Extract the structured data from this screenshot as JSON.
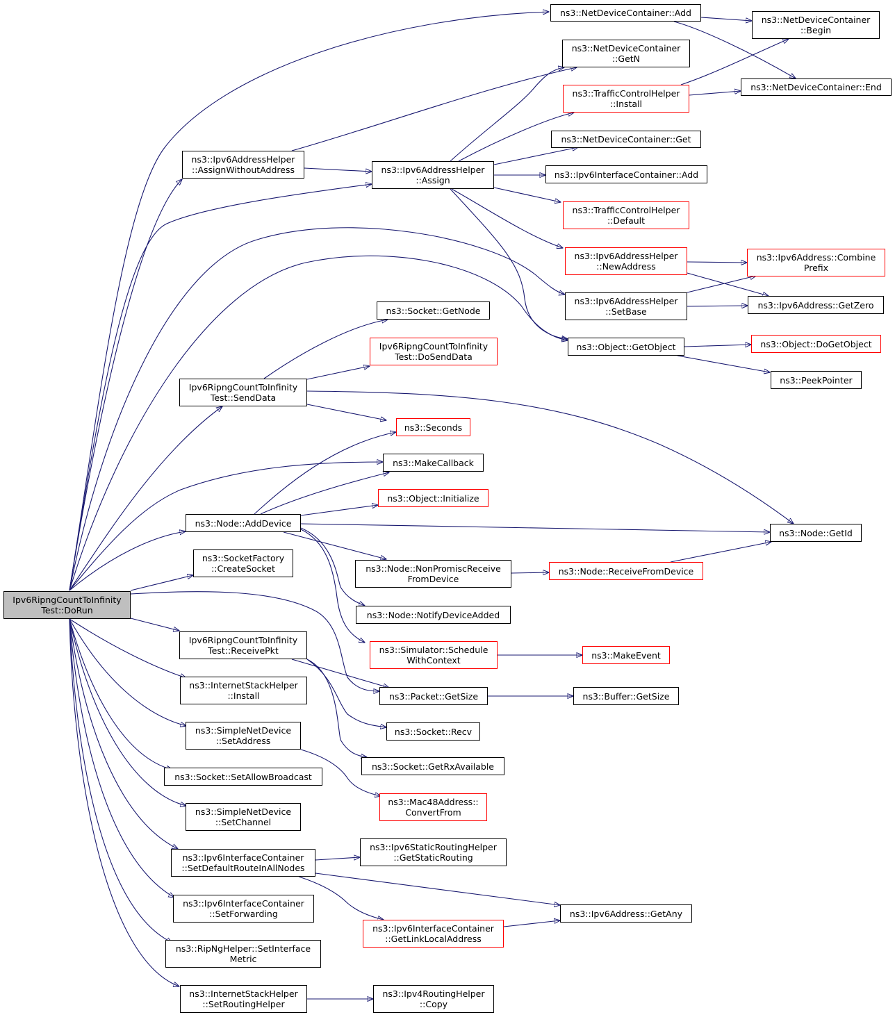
{
  "colors": {
    "edge": "#191970",
    "normal_border": "#000000",
    "truncated_border": "#ff0000",
    "root_fill": "#bfbfbf"
  },
  "nodes": {
    "root": {
      "lines": [
        "Ipv6RipngCountToInfinity",
        "Test::DoRun"
      ]
    },
    "ndc_add": {
      "lines": [
        "ns3::NetDeviceContainer::Add"
      ]
    },
    "ndc_begin": {
      "lines": [
        "ns3::NetDeviceContainer",
        "::Begin"
      ]
    },
    "ndc_getn": {
      "lines": [
        "ns3::NetDeviceContainer",
        "::GetN"
      ]
    },
    "tch_install": {
      "lines": [
        "ns3::TrafficControlHelper",
        "::Install"
      ]
    },
    "ndc_end": {
      "lines": [
        "ns3::NetDeviceContainer::End"
      ]
    },
    "ndc_get": {
      "lines": [
        "ns3::NetDeviceContainer::Get"
      ]
    },
    "ah_assignwo": {
      "lines": [
        "ns3::Ipv6AddressHelper",
        "::AssignWithoutAddress"
      ]
    },
    "ah_assign": {
      "lines": [
        "ns3::Ipv6AddressHelper",
        "::Assign"
      ]
    },
    "ic_add": {
      "lines": [
        "ns3::Ipv6InterfaceContainer::Add"
      ]
    },
    "tch_default": {
      "lines": [
        "ns3::TrafficControlHelper",
        "::Default"
      ]
    },
    "ah_newaddress": {
      "lines": [
        "ns3::Ipv6AddressHelper",
        "::NewAddress"
      ]
    },
    "addr_combine": {
      "lines": [
        "ns3::Ipv6Address::Combine",
        "Prefix"
      ]
    },
    "ah_setbase": {
      "lines": [
        "ns3::Ipv6AddressHelper",
        "::SetBase"
      ]
    },
    "addr_getzero": {
      "lines": [
        "ns3::Ipv6Address::GetZero"
      ]
    },
    "sock_getnode": {
      "lines": [
        "ns3::Socket::GetNode"
      ]
    },
    "obj_getobject": {
      "lines": [
        "ns3::Object::GetObject"
      ]
    },
    "obj_dogetobject": {
      "lines": [
        "ns3::Object::DoGetObject"
      ]
    },
    "dosenddata": {
      "lines": [
        "Ipv6RipngCountToInfinity",
        "Test::DoSendData"
      ]
    },
    "peekpointer": {
      "lines": [
        "ns3::PeekPointer"
      ]
    },
    "senddata": {
      "lines": [
        "Ipv6RipngCountToInfinity",
        "Test::SendData"
      ]
    },
    "seconds": {
      "lines": [
        "ns3::Seconds"
      ]
    },
    "makecallback": {
      "lines": [
        "ns3::MakeCallback"
      ]
    },
    "obj_initialize": {
      "lines": [
        "ns3::Object::Initialize"
      ]
    },
    "node_adddevice": {
      "lines": [
        "ns3::Node::AddDevice"
      ]
    },
    "node_getid": {
      "lines": [
        "ns3::Node::GetId"
      ]
    },
    "sf_createsocket": {
      "lines": [
        "ns3::SocketFactory",
        "::CreateSocket"
      ]
    },
    "node_nonpromisc": {
      "lines": [
        "ns3::Node::NonPromiscReceive",
        "FromDevice"
      ]
    },
    "node_receivefrom": {
      "lines": [
        "ns3::Node::ReceiveFromDevice"
      ]
    },
    "node_notify": {
      "lines": [
        "ns3::Node::NotifyDeviceAdded"
      ]
    },
    "receivepkt": {
      "lines": [
        "Ipv6RipngCountToInfinity",
        "Test::ReceivePkt"
      ]
    },
    "sim_schedule": {
      "lines": [
        "ns3::Simulator::Schedule",
        "WithContext"
      ]
    },
    "makeevent": {
      "lines": [
        "ns3::MakeEvent"
      ]
    },
    "ish_install": {
      "lines": [
        "ns3::InternetStackHelper",
        "::Install"
      ]
    },
    "pkt_getsize": {
      "lines": [
        "ns3::Packet::GetSize"
      ]
    },
    "buf_getsize": {
      "lines": [
        "ns3::Buffer::GetSize"
      ]
    },
    "snd_setaddress": {
      "lines": [
        "ns3::SimpleNetDevice",
        "::SetAddress"
      ]
    },
    "sock_recv": {
      "lines": [
        "ns3::Socket::Recv"
      ]
    },
    "sock_rxavail": {
      "lines": [
        "ns3::Socket::GetRxAvailable"
      ]
    },
    "sock_setbcast": {
      "lines": [
        "ns3::Socket::SetAllowBroadcast"
      ]
    },
    "mac_convert": {
      "lines": [
        "ns3::Mac48Address::",
        "ConvertFrom"
      ]
    },
    "snd_setchannel": {
      "lines": [
        "ns3::SimpleNetDevice",
        "::SetChannel"
      ]
    },
    "ic_setdefroute": {
      "lines": [
        "ns3::Ipv6InterfaceContainer",
        "::SetDefaultRouteInAllNodes"
      ]
    },
    "srh_getstatic": {
      "lines": [
        "ns3::Ipv6StaticRoutingHelper",
        "::GetStaticRouting"
      ]
    },
    "ic_setfwd": {
      "lines": [
        "ns3::Ipv6InterfaceContainer",
        "::SetForwarding"
      ]
    },
    "addr_getany": {
      "lines": [
        "ns3::Ipv6Address::GetAny"
      ]
    },
    "ic_getlinklocal": {
      "lines": [
        "ns3::Ipv6InterfaceContainer",
        "::GetLinkLocalAddress"
      ]
    },
    "ripng_setmetric": {
      "lines": [
        "ns3::RipNgHelper::SetInterface",
        "Metric"
      ]
    },
    "ish_setrouting": {
      "lines": [
        "ns3::InternetStackHelper",
        "::SetRoutingHelper"
      ]
    },
    "rh_copy": {
      "lines": [
        "ns3::Ipv4RoutingHelper",
        "::Copy"
      ]
    }
  }
}
